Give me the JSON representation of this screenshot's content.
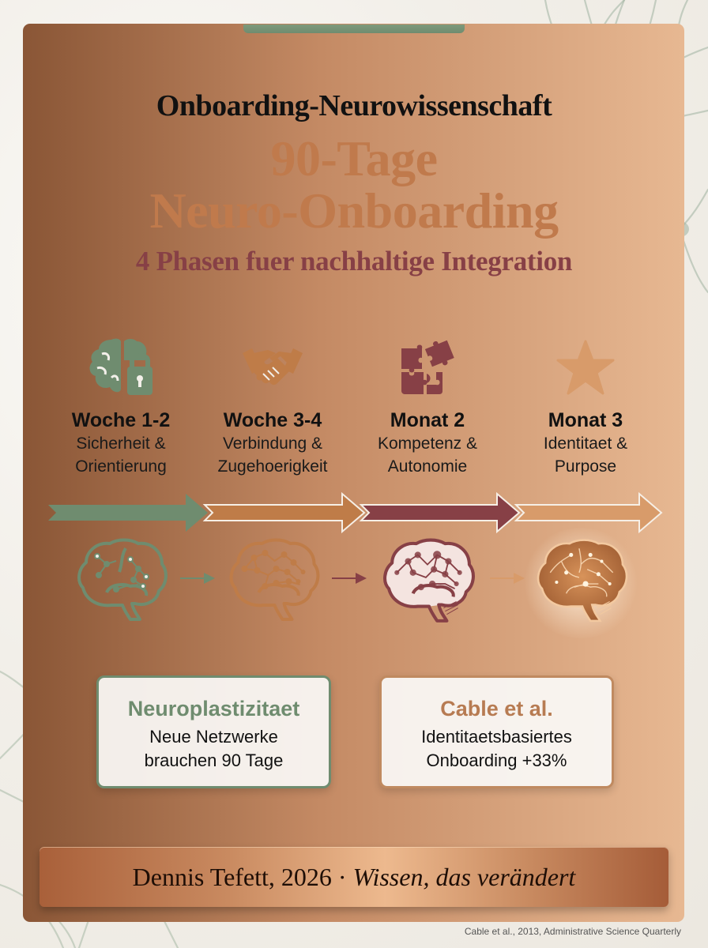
{
  "header": {
    "kicker": "Onboarding-Neurowissenschaft",
    "title_line1": "90-Tage",
    "title_line2": "Neuro-Onboarding",
    "subtitle": "4 Phasen fuer nachhaltige Integration"
  },
  "phases": [
    {
      "icon": "brain-lock-icon",
      "title": "Woche 1-2",
      "desc_line1": "Sicherheit &",
      "desc_line2": "Orientierung",
      "color": "#6f8c6f"
    },
    {
      "icon": "handshake-icon",
      "title": "Woche 3-4",
      "desc_line1": "Verbindung &",
      "desc_line2": "Zugehoerigkeit",
      "color": "#bf7c48"
    },
    {
      "icon": "puzzle-icon",
      "title": "Monat 2",
      "desc_line1": "Kompetenz &",
      "desc_line2": "Autonomie",
      "color": "#874046"
    },
    {
      "icon": "star-icon",
      "title": "Monat 3",
      "desc_line1": "Identitaet &",
      "desc_line2": "Purpose",
      "color": "#d89b6a"
    }
  ],
  "info_boxes": [
    {
      "title": "Neuroplastizitaet",
      "line1": "Neue Netzwerke",
      "line2": "brauchen 90 Tage",
      "color": "#6f8c6f"
    },
    {
      "title": "Cable et al.",
      "line1": "Identitaetsbasiertes",
      "line2": "Onboarding +33%",
      "color": "#b77b52"
    }
  ],
  "footer": {
    "author": "Dennis Tefett, 2026 · ",
    "tagline": "Wissen, das verändert",
    "citation": "Cable et al., 2013, Administrative Science Quarterly"
  },
  "colors": {
    "green": "#6f8c6f",
    "copper": "#bf7c48",
    "maroon": "#874046",
    "peach": "#d89b6a",
    "frame": "#c48a64"
  }
}
